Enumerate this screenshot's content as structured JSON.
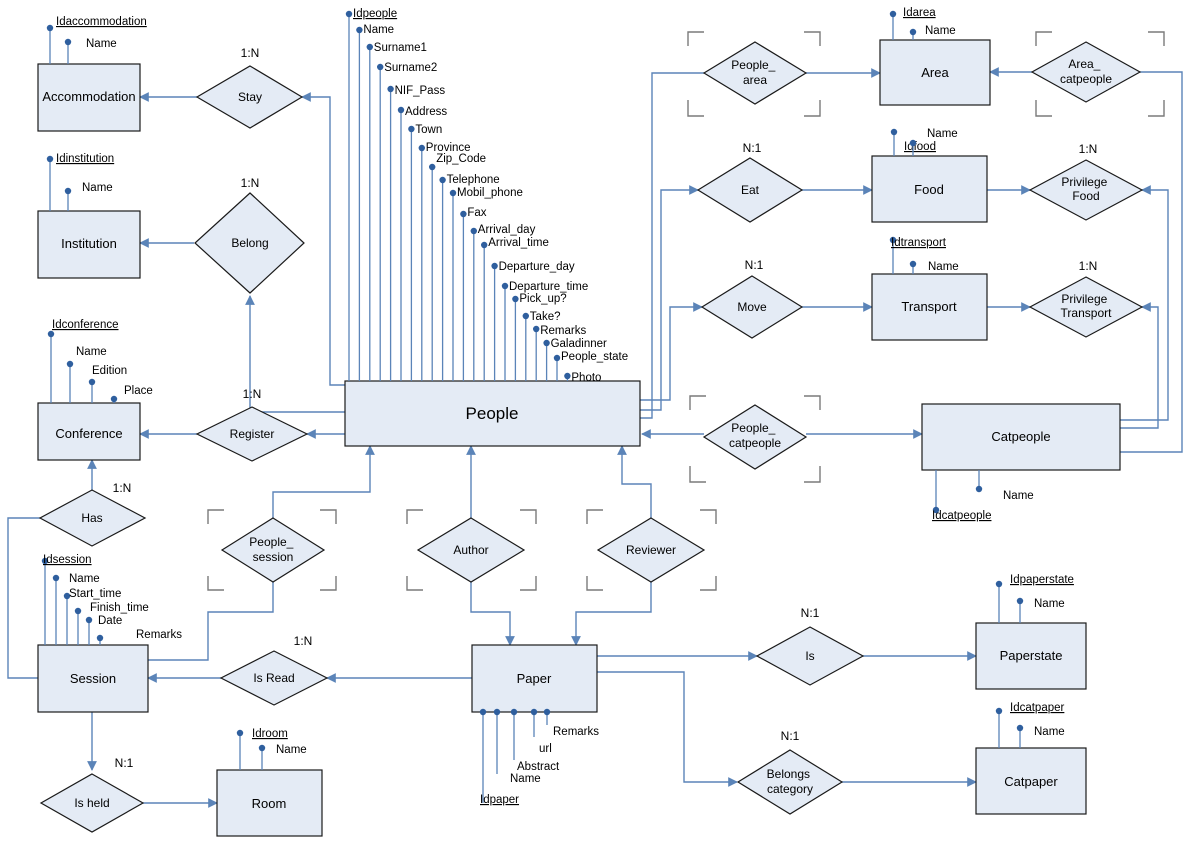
{
  "diagram": {
    "entities": {
      "accommodation": "Accommodation",
      "institution": "Institution",
      "conference": "Conference",
      "session": "Session",
      "room": "Room",
      "people": "People",
      "paper": "Paper",
      "area": "Area",
      "food": "Food",
      "transport": "Transport",
      "catpeople": "Catpeople",
      "paperstate": "Paperstate",
      "catpaper": "Catpaper"
    },
    "relationships": {
      "stay": [
        "Stay"
      ],
      "belong": [
        "Belong"
      ],
      "register": [
        "Register"
      ],
      "has": [
        "Has"
      ],
      "is_held": [
        "Is held"
      ],
      "is_read": [
        "Is Read"
      ],
      "people_session": [
        "People_",
        "session"
      ],
      "author": [
        "Author"
      ],
      "reviewer": [
        "Reviewer"
      ],
      "people_area": [
        "People_",
        "area"
      ],
      "area_catpeople": [
        "Area_",
        "catpeople"
      ],
      "eat": [
        "Eat"
      ],
      "privilege_food": [
        "Privilege",
        "Food"
      ],
      "move": [
        "Move"
      ],
      "privilege_transport": [
        "Privilege",
        "Transport"
      ],
      "people_catpeople": [
        "People_",
        "catpeople"
      ],
      "is": [
        "Is"
      ],
      "belongs_category": [
        "Belongs",
        "category"
      ]
    },
    "cardinalities": {
      "stay": "1:N",
      "belong": "1:N",
      "register": "1:N",
      "has": "1:N",
      "is_held": "N:1",
      "is_read": "1:N",
      "eat": "N:1",
      "privilege_food": "1:N",
      "move": "N:1",
      "privilege_transport": "1:N",
      "is": "N:1",
      "belongs_category": "N:1"
    },
    "attributes": {
      "accommodation": [
        "Idaccommodation",
        "Name"
      ],
      "institution": [
        "Idinstitution",
        "Name"
      ],
      "conference": [
        "Idconference",
        "Name",
        "Edition",
        "Place"
      ],
      "session": [
        "Idsession",
        "Name",
        "Start_time",
        "Finish_time",
        "Date",
        "Remarks"
      ],
      "room": [
        "Idroom",
        "Name"
      ],
      "people": [
        "Idpeople",
        "Name",
        "Surname1",
        "Surname2",
        "NIF_Pass",
        "Address",
        "Town",
        "Province",
        "Zip_Code",
        "Telephone",
        "Mobil_phone",
        "Fax",
        "Arrival_day",
        "Arrival_time",
        "Departure_day",
        "Departure_time",
        "Pick_up?",
        "Take?",
        "Remarks",
        "Galadinner",
        "People_state",
        "Photo"
      ],
      "paper": [
        "Idpaper",
        "Name",
        "Abstract",
        "url",
        "Remarks"
      ],
      "area": [
        "Idarea",
        "Name"
      ],
      "food": [
        "Idfood",
        "Name"
      ],
      "transport": [
        "Idtransport",
        "Name"
      ],
      "catpeople": [
        "Idcatpeople",
        "Name"
      ],
      "paperstate": [
        "Idpaperstate",
        "Name"
      ],
      "catpaper": [
        "Idcatpaper",
        "Name"
      ]
    },
    "colors": {
      "fill": "#e4ebf5",
      "connector": "#5b84b8",
      "dot": "#2f5f9e",
      "outline": "#1a1a1a",
      "bracket": "#7a7a7a"
    }
  }
}
